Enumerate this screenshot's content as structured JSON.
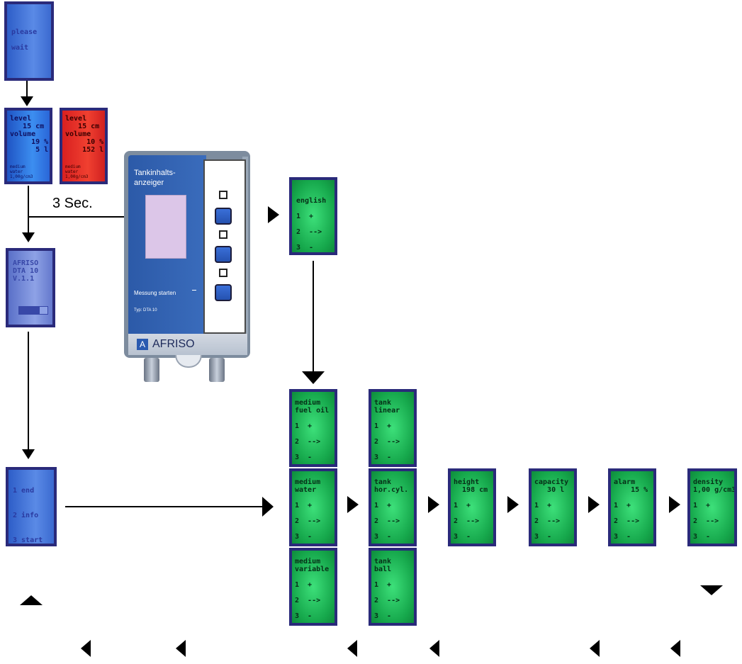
{
  "screens": {
    "wait": [
      "please",
      "",
      "wait"
    ],
    "level_blue": [
      "level",
      "   15 cm",
      "volume",
      "     19 %",
      "      5 l"
    ],
    "level_blue_foot": [
      "medium",
      "water",
      "1,00g/cm3"
    ],
    "level_red": [
      "level",
      "   15 cm",
      "volume",
      "     10 %",
      "    152 l"
    ],
    "level_red_foot": [
      "medium",
      "water",
      "1,00g/cm3"
    ],
    "afriso": [
      "AFRISO",
      "DTA 10",
      "V.1.1"
    ],
    "menu": [
      "1 end",
      "2 info",
      "3 start"
    ],
    "english": [
      "english",
      "",
      "1  +",
      "",
      "2  -->",
      "",
      "3  -"
    ],
    "medium_fuel": [
      "medium",
      "fuel oil",
      "",
      "1  +",
      "",
      "2  -->",
      "",
      "3  -"
    ],
    "medium_water": [
      "medium",
      "water",
      "",
      "1  +",
      "",
      "2  -->",
      "",
      "3  -"
    ],
    "medium_variable": [
      "medium",
      "variable",
      "",
      "1  +",
      "",
      "2  -->",
      "",
      "3  -"
    ],
    "tank_linear": [
      "tank",
      "linear",
      "",
      "1  +",
      "",
      "2  -->",
      "",
      "3  -"
    ],
    "tank_horcyl": [
      "tank",
      "hor.cyl.",
      "",
      "1  +",
      "",
      "2  -->",
      "",
      "3  -"
    ],
    "tank_ball": [
      "tank",
      "ball",
      "",
      "1  +",
      "",
      "2  -->",
      "",
      "3  -"
    ],
    "height": [
      "height",
      "  198 cm",
      "",
      "1  +",
      "",
      "2  -->",
      "",
      "3  -"
    ],
    "capacity": [
      "capacity",
      "   30 l",
      "",
      "1  +",
      "",
      "2  -->",
      "",
      "3  -"
    ],
    "alarm": [
      "alarm",
      "    15 %",
      "",
      "1  +",
      "",
      "2  -->",
      "",
      "3  -"
    ],
    "density": [
      "density",
      "1,00 g/cm3",
      "",
      "1  +",
      "",
      "2  -->",
      "",
      "3  -"
    ]
  },
  "labels": {
    "three_sec": "3 Sec."
  },
  "device": {
    "title_line1": "Tankinhalts-",
    "title_line2": "anzeiger",
    "start_label": "Messung starten",
    "type_label": "Typ: DTA 10",
    "brand": "AFRISO",
    "brand_mark": "A"
  },
  "colors": {
    "green": "#16a84c",
    "blue": "#2e5ec8",
    "red": "#e02828",
    "border": "#2a2a7a"
  }
}
